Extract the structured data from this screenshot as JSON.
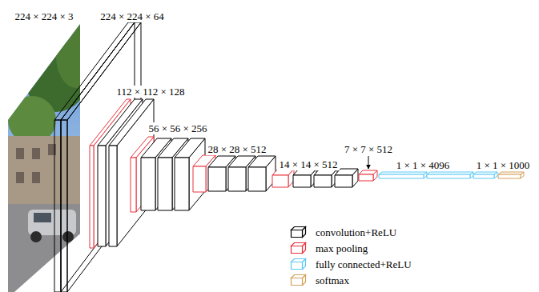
{
  "diagram": {
    "labels": [
      "224 × 224 × 3",
      "224 × 224 × 64",
      "112 × 112 × 128",
      "56 × 56 × 256",
      "28 × 28 × 512",
      "14 × 14 × 512",
      "7 × 7 × 512",
      "1 × 1 × 4096",
      "1 × 1 × 1000"
    ],
    "legend": [
      {
        "text": "convolution+ReLU",
        "color": "#000000"
      },
      {
        "text": "max pooling",
        "color": "#e8323c"
      },
      {
        "text": "fully connected+ReLU",
        "color": "#5bc8f5"
      },
      {
        "text": "softmax",
        "color": "#d4a05a"
      }
    ]
  }
}
